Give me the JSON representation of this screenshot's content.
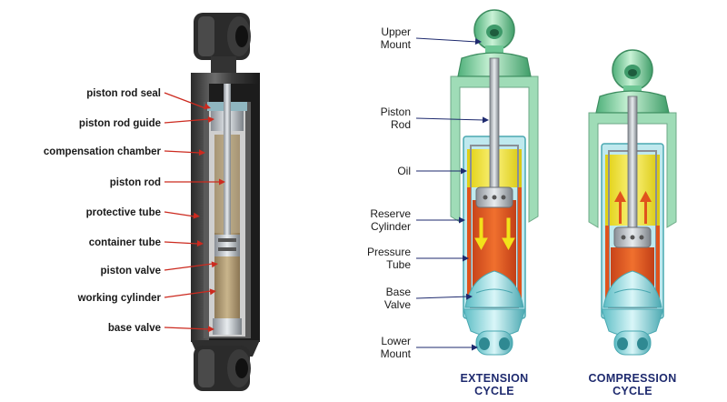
{
  "left_diagram": {
    "labels": [
      "piston rod seal",
      "piston rod guide",
      "compensation chamber",
      "piston rod",
      "protective tube",
      "container tube",
      "piston valve",
      "working cylinder",
      "base valve"
    ],
    "leader_color": "#cc2a1f"
  },
  "right_diagram": {
    "labels": [
      [
        "Upper",
        "Mount"
      ],
      [
        "Piston",
        "Rod"
      ],
      [
        "Oil"
      ],
      [
        "Reserve",
        "Cylinder"
      ],
      [
        "Pressure",
        "Tube"
      ],
      [
        "Base",
        "Valve"
      ],
      [
        "Lower",
        "Mount"
      ]
    ],
    "captions": [
      [
        "EXTENSION",
        "CYCLE"
      ],
      [
        "COMPRESSION",
        "CYCLE"
      ]
    ],
    "leader_color": "#1e2a6e",
    "oil_color": "#f2e21a",
    "pressure_color": "#e0531c"
  }
}
